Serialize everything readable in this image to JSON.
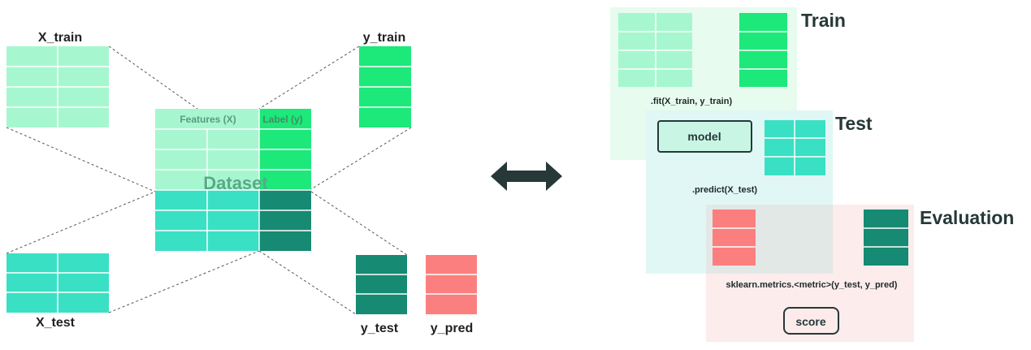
{
  "left": {
    "x_train": "X_train",
    "y_train": "y_train",
    "x_test": "X_test",
    "y_test": "y_test",
    "y_pred": "y_pred",
    "features": "Features (X)",
    "label": "Label (y)",
    "dataset": "Dataset"
  },
  "right": {
    "train": "Train",
    "test": "Test",
    "evaluation": "Evaluation",
    "fit": ".fit(X_train, y_train)",
    "model": "model",
    "predict": ".predict(X_test)",
    "metrics": "sklearn.metrics.<metric>(y_test, y_pred)",
    "score": "score"
  },
  "colors": {
    "train_light": "#a6f7cf",
    "train_label": "#1de87a",
    "test_teal": "#3ae0c4",
    "test_dark": "#168a73",
    "pred_red": "#fb7f7f",
    "arrow": "#263838"
  }
}
